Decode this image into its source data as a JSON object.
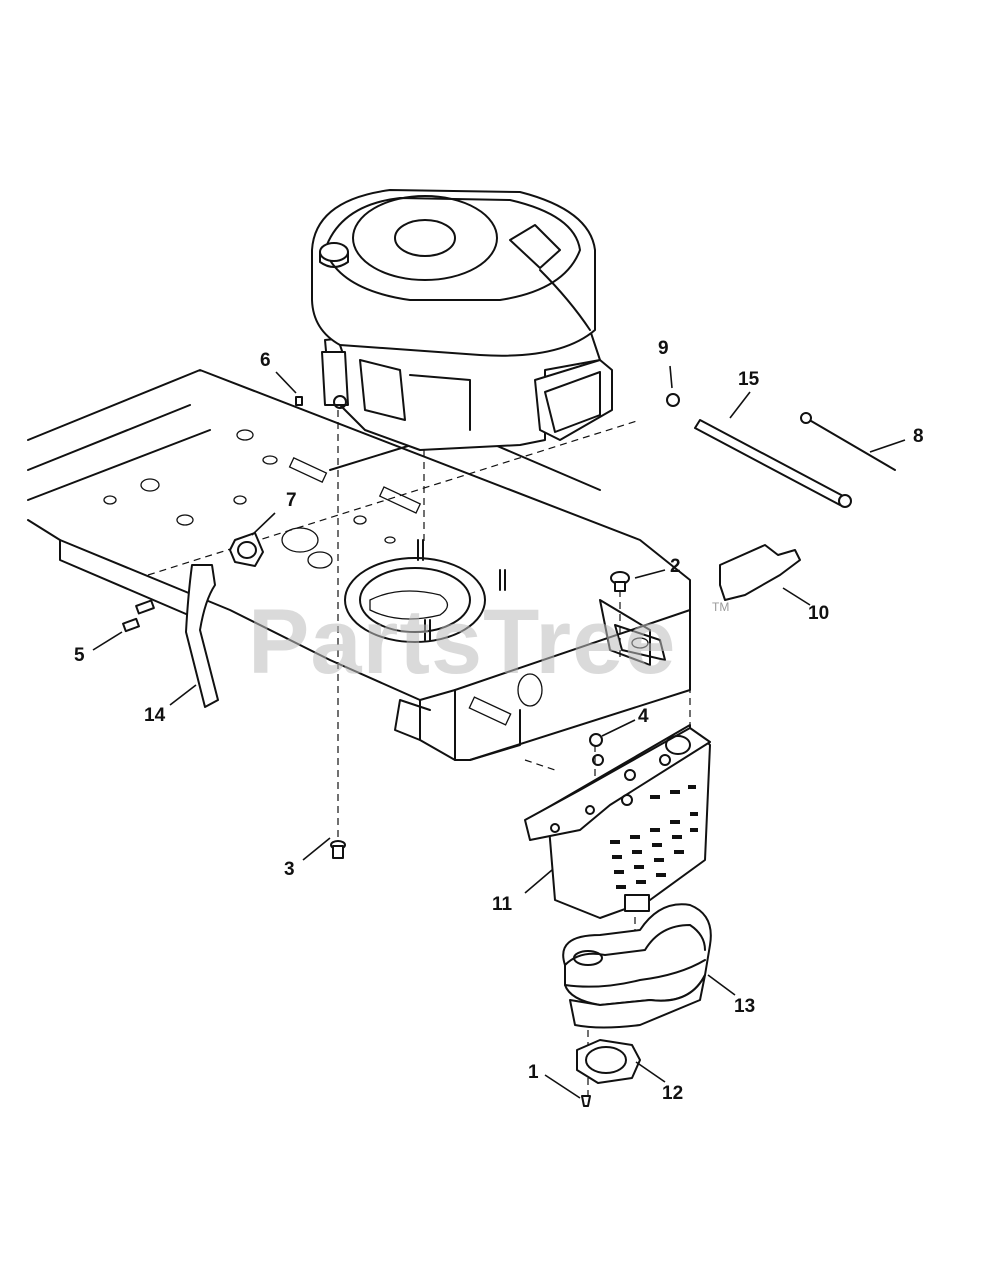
{
  "watermark": {
    "text": "PartsTree",
    "trademark": "TM"
  },
  "callouts": [
    {
      "id": "1",
      "label": "1"
    },
    {
      "id": "2",
      "label": "2"
    },
    {
      "id": "3",
      "label": "3"
    },
    {
      "id": "4",
      "label": "4"
    },
    {
      "id": "5",
      "label": "5"
    },
    {
      "id": "6",
      "label": "6"
    },
    {
      "id": "7",
      "label": "7"
    },
    {
      "id": "8",
      "label": "8"
    },
    {
      "id": "9",
      "label": "9"
    },
    {
      "id": "10",
      "label": "10"
    },
    {
      "id": "11",
      "label": "11"
    },
    {
      "id": "12",
      "label": "12"
    },
    {
      "id": "13",
      "label": "13"
    },
    {
      "id": "14",
      "label": "14"
    },
    {
      "id": "15",
      "label": "15"
    }
  ]
}
